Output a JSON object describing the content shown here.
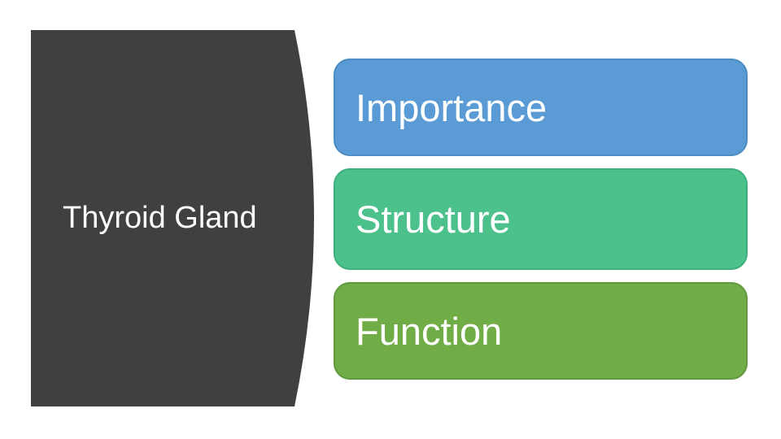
{
  "slide": {
    "title": "Thyroid Gland",
    "items": [
      {
        "label": "Importance",
        "fill": "#5B9BD5",
        "border": "#4A8BC2"
      },
      {
        "label": "Structure",
        "fill": "#4CC18C",
        "border": "#3EAF7B"
      },
      {
        "label": "Function",
        "fill": "#70AD47",
        "border": "#61993E"
      }
    ],
    "colors": {
      "panel": "#404041",
      "background": "#FFFFFF",
      "text": "#FFFFFF"
    }
  }
}
